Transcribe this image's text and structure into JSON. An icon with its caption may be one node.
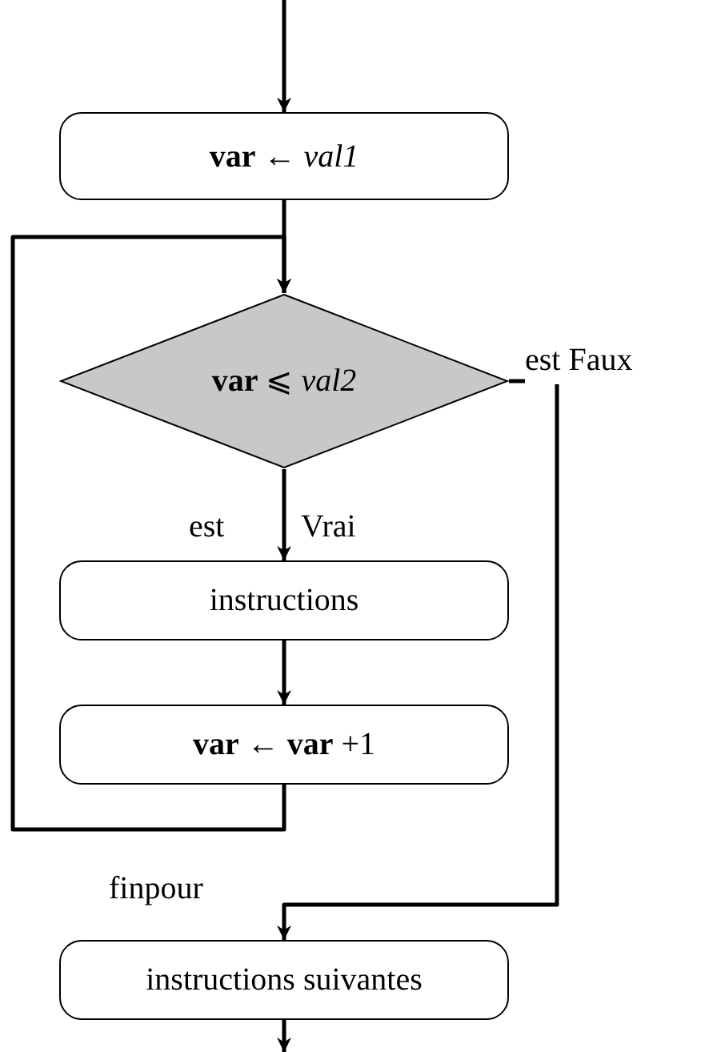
{
  "diagram": {
    "nodes": [
      {
        "text": [
          "**var** ← *val1*"
        ]
      },
      {
        "text": [
          "**var** ⩽ *val2*"
        ]
      },
      {
        "text": [
          "instructions"
        ]
      },
      {
        "text": [
          "**var** ← **var** +1"
        ]
      },
      {
        "text": [
          "instructions suivantes"
        ]
      }
    ],
    "edges": [
      {
        "from": null,
        "to": 0,
        "arrow": "to"
      },
      {
        "from": 0,
        "to": 1,
        "arrow": "to"
      },
      {
        "from": 1,
        "to": 2,
        "arrow": "to"
      },
      {
        "from": 2,
        "to": 3,
        "arrow": "to"
      },
      {
        "from": 3,
        "to": 1,
        "arrow": "to"
      },
      {
        "from": 1,
        "to": 4,
        "arrow": "to",
        "label": "est Faux"
      },
      {
        "from": 4,
        "to": null,
        "arrow": "to"
      }
    ],
    "labels": [
      "est",
      "Vrai",
      "finpour"
    ]
  }
}
